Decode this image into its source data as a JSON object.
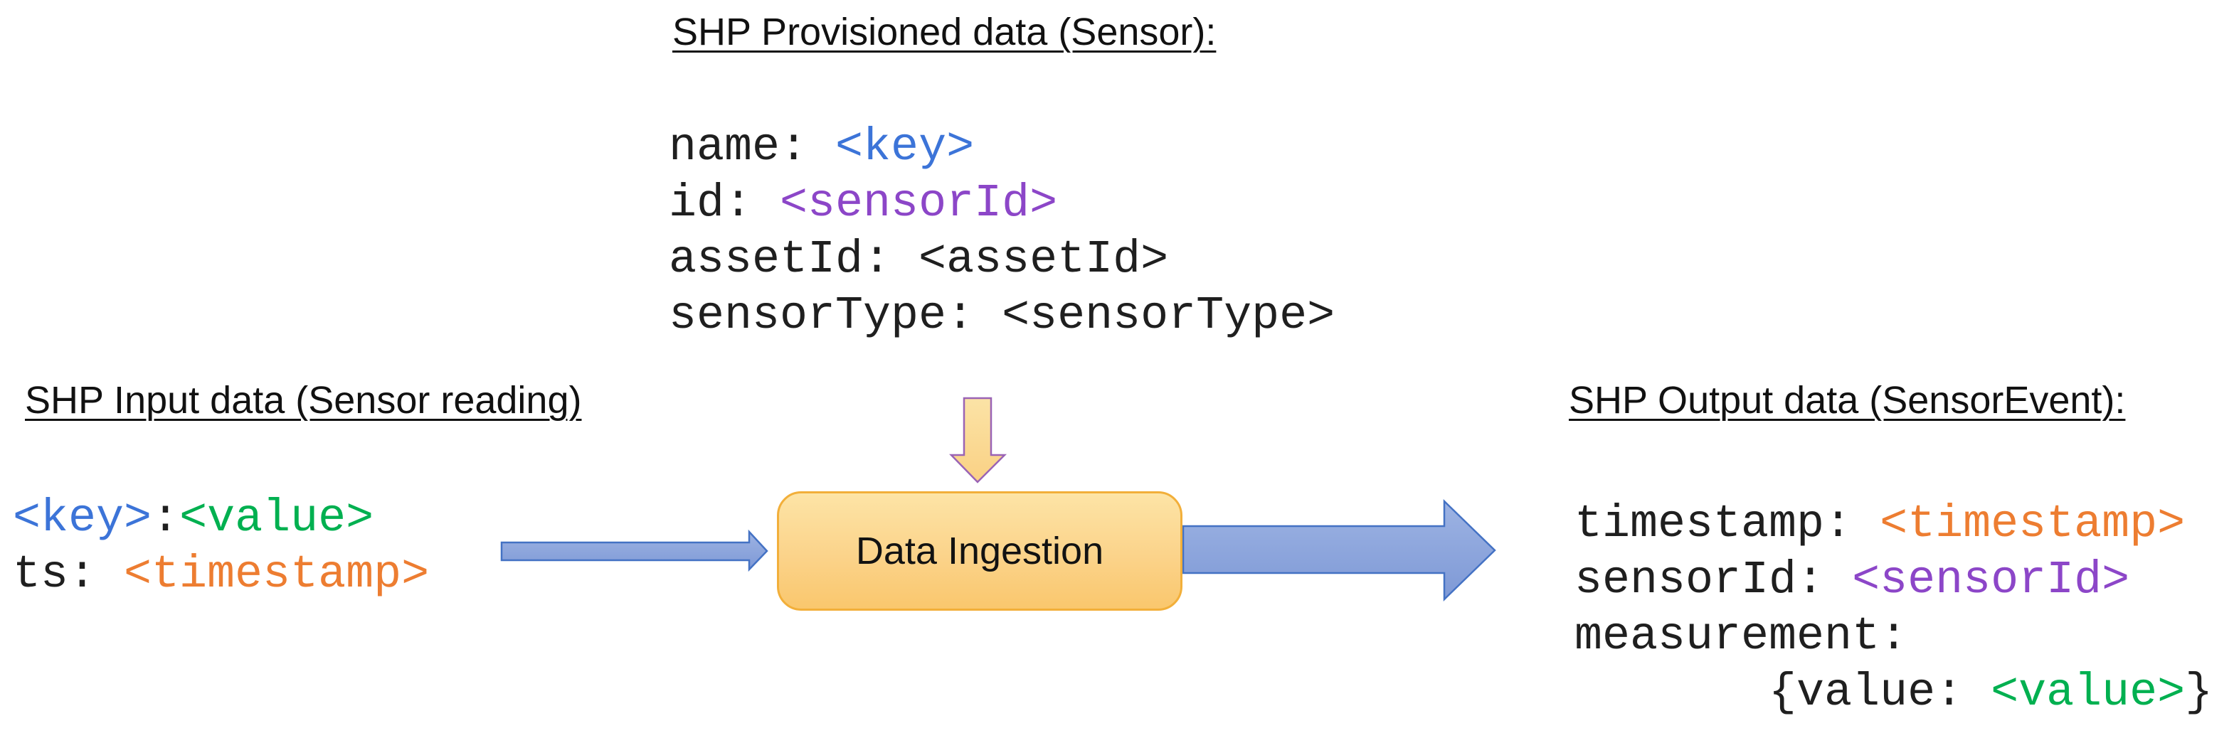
{
  "colors": {
    "code_black": "#1f1f1f",
    "blue": "#3c74d8",
    "purple": "#8c46c8",
    "orange": "#ED7D31",
    "green": "#00B050",
    "arrow_blue_fill_top": "#9db3e3",
    "arrow_blue_fill_bottom": "#7e99d6",
    "arrow_blue_stroke": "#4472C4",
    "down_arrow_fill": "#fbd98e",
    "down_arrow_stroke": "#9a63b5",
    "box_fill_top": "#fde4a6",
    "box_fill_bottom": "#fac76d",
    "box_border": "#f2af3a"
  },
  "provisioned_panel": {
    "title": "SHP Provisioned data (Sensor):",
    "code_lines": [
      {
        "tokens": [
          {
            "text": "name: ",
            "color": "code_black"
          },
          {
            "text": "<key>",
            "color": "blue"
          }
        ]
      },
      {
        "tokens": [
          {
            "text": "id: ",
            "color": "code_black"
          },
          {
            "text": "<sensorId>",
            "color": "purple"
          }
        ]
      },
      {
        "tokens": [
          {
            "text": "assetId: <assetId>",
            "color": "code_black"
          }
        ]
      },
      {
        "tokens": [
          {
            "text": "sensorType: <sensorType>",
            "color": "code_black"
          }
        ]
      }
    ]
  },
  "input_panel": {
    "title": "SHP Input data (Sensor reading)",
    "code_lines": [
      {
        "tokens": [
          {
            "text": "<key>",
            "color": "blue"
          },
          {
            "text": ":",
            "color": "code_black"
          },
          {
            "text": "<value>",
            "color": "green"
          }
        ]
      },
      {
        "tokens": [
          {
            "text": "ts: ",
            "color": "code_black"
          },
          {
            "text": "<timestamp>",
            "color": "orange"
          }
        ]
      }
    ]
  },
  "output_panel": {
    "title": "SHP Output data (SensorEvent):",
    "code_lines": [
      {
        "tokens": [
          {
            "text": "timestamp: ",
            "color": "code_black"
          },
          {
            "text": "<timestamp>",
            "color": "orange"
          }
        ]
      },
      {
        "tokens": [
          {
            "text": "sensorId: ",
            "color": "code_black"
          },
          {
            "text": "<sensorId>",
            "color": "purple"
          }
        ]
      },
      {
        "tokens": [
          {
            "text": "measurement:",
            "color": "code_black"
          }
        ]
      },
      {
        "tokens": [
          {
            "text": "       {value: ",
            "color": "code_black"
          },
          {
            "text": "<value>",
            "color": "green"
          },
          {
            "text": "}",
            "color": "code_black"
          }
        ]
      }
    ]
  },
  "process_box": {
    "label": "Data Ingestion"
  }
}
